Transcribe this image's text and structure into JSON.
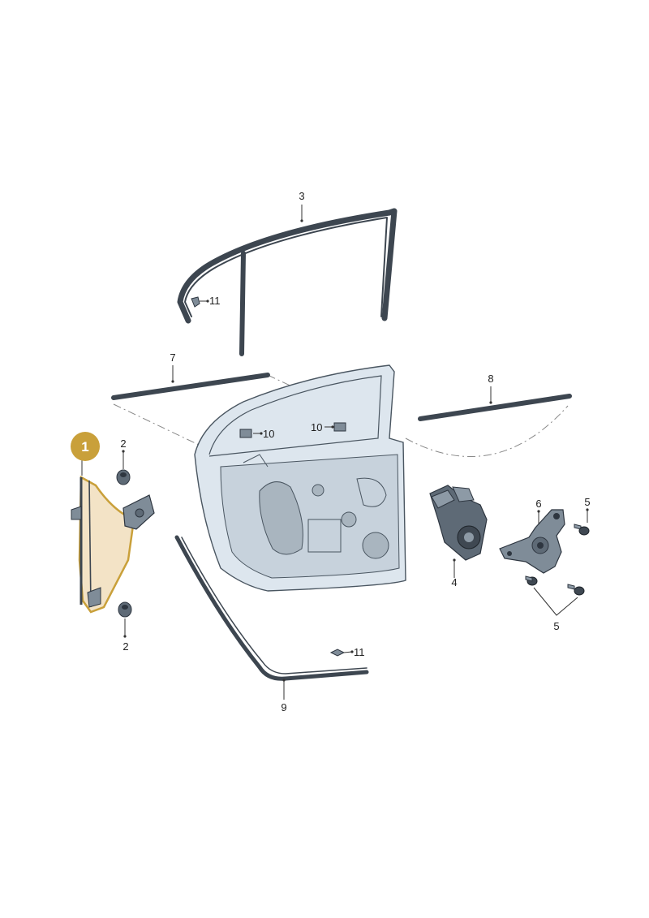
{
  "diagram": {
    "highlight": {
      "number": "1",
      "color": "#c9a03a",
      "fill": "#f3e3c6"
    },
    "callouts": {
      "c2_top": "2",
      "c2_bottom": "2",
      "c3": "3",
      "c4": "4",
      "c5_top": "5",
      "c5_bottom": "5",
      "c6": "6",
      "c7": "7",
      "c8": "8",
      "c9": "9",
      "c10_left": "10",
      "c10_right": "10",
      "c11_top": "11",
      "c11_bottom": "11"
    },
    "colors": {
      "seal": "#3d4650",
      "door_panel": "#dde6ee",
      "motor": "#5e6a76"
    }
  }
}
